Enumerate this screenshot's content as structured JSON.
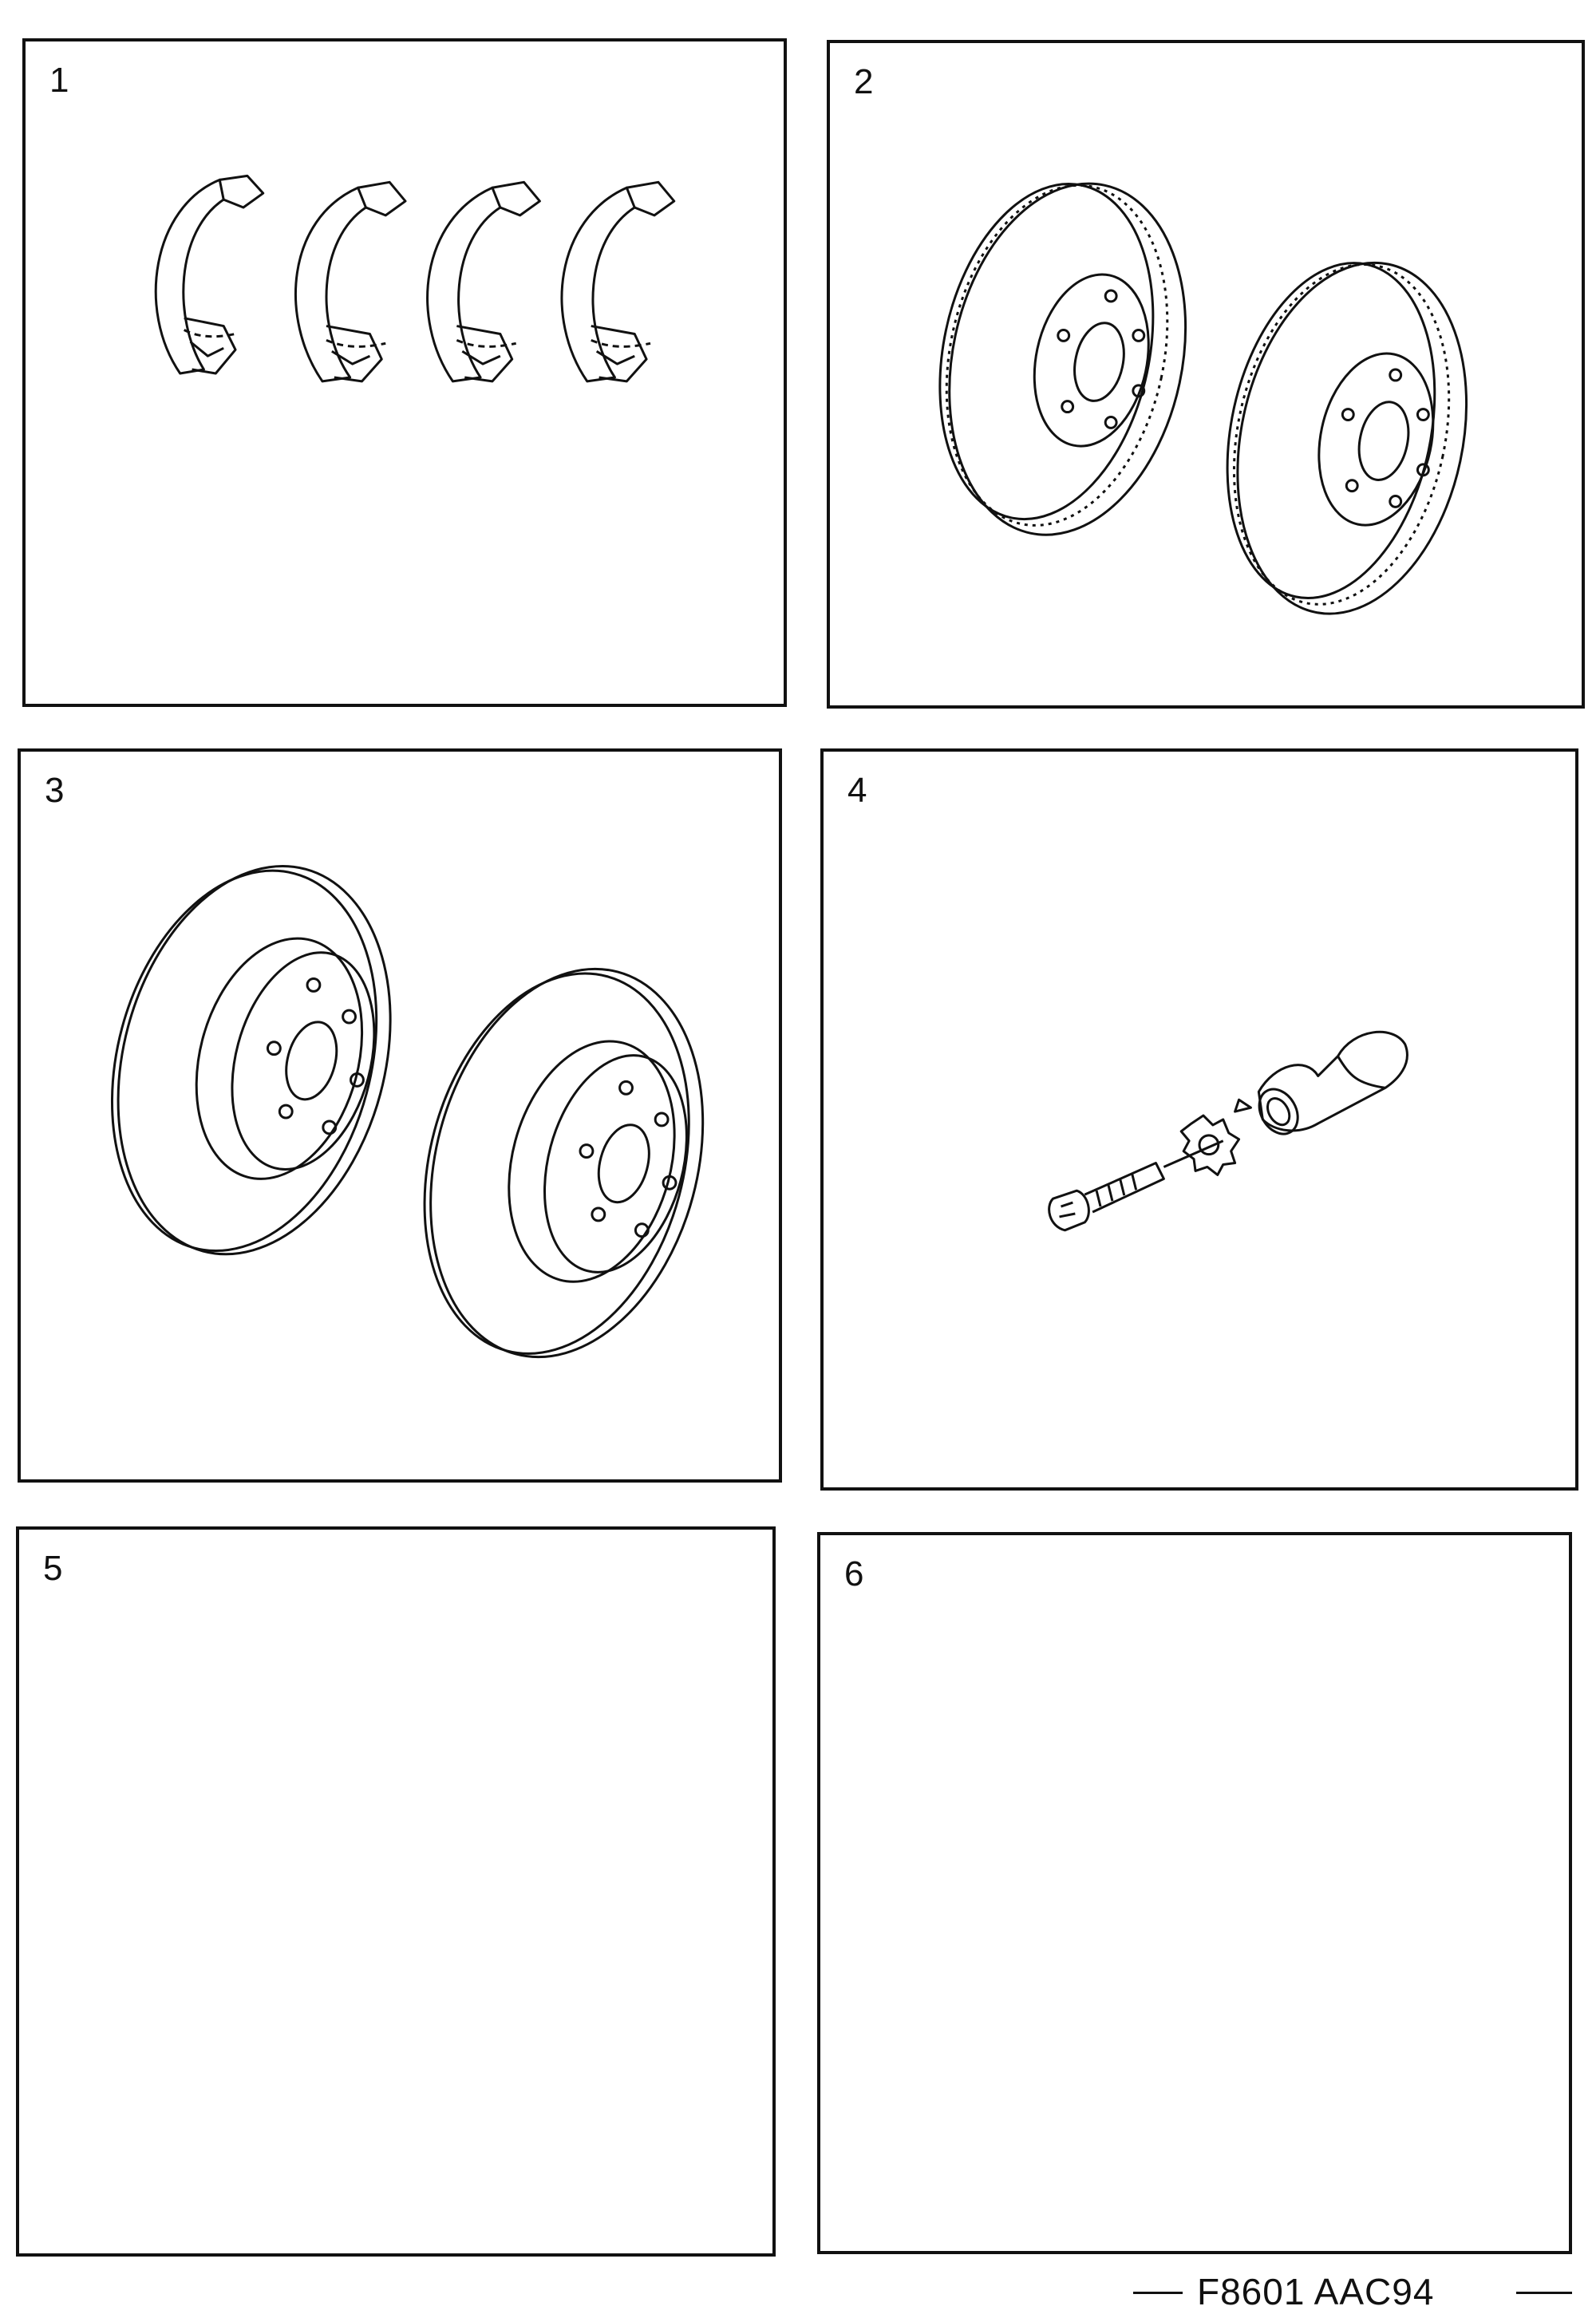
{
  "panels": [
    {
      "number": "1",
      "part": "brake-shoes"
    },
    {
      "number": "2",
      "part": "vented-brake-discs"
    },
    {
      "number": "3",
      "part": "solid-brake-discs"
    },
    {
      "number": "4",
      "part": "bleeder-screw-with-cap"
    },
    {
      "number": "5",
      "part": "empty"
    },
    {
      "number": "6",
      "part": "empty"
    }
  ],
  "footer": {
    "code": "F8601  AAC94"
  }
}
